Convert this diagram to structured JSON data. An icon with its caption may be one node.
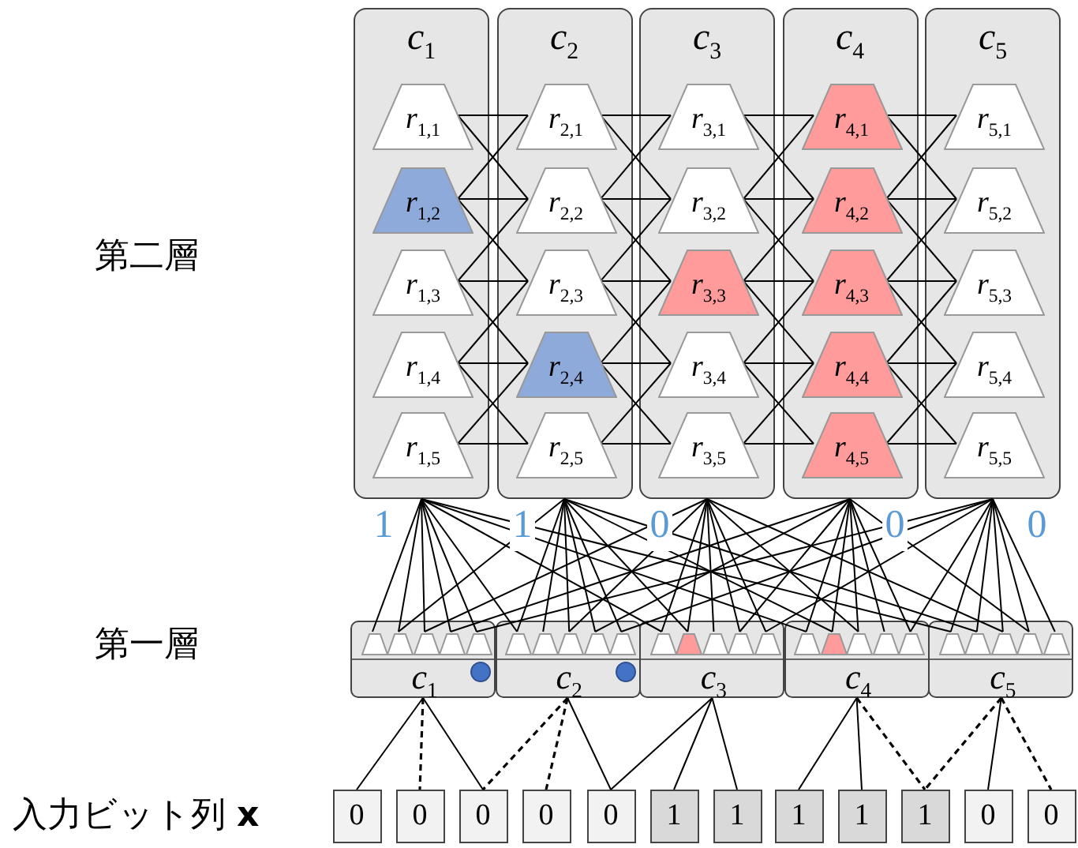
{
  "diagram": {
    "nodes": [
      {
        "text": [
          "c$_{1}$"
        ]
      },
      {
        "text": [
          "r$_{1,1}$"
        ],
        "in": 0
      },
      {
        "text": [
          "r$_{1,2}$"
        ],
        "in": 0
      },
      {
        "text": [
          "r$_{1,3}$"
        ],
        "in": 0
      },
      {
        "text": [
          "r$_{1,4}$"
        ],
        "in": 0
      },
      {
        "text": [
          "r$_{1,5}$"
        ],
        "in": 0
      },
      {
        "text": [
          "c$_{2}$"
        ]
      },
      {
        "text": [
          "r$_{2,1}$"
        ],
        "in": 6
      },
      {
        "text": [
          "r$_{2,2}$"
        ],
        "in": 6
      },
      {
        "text": [
          "r$_{2,3}$"
        ],
        "in": 6
      },
      {
        "text": [
          "r$_{2,4}$"
        ],
        "in": 6
      },
      {
        "text": [
          "r$_{2,5}$"
        ],
        "in": 6
      },
      {
        "text": [
          "c$_{3}$"
        ]
      },
      {
        "text": [
          "r$_{3,1}$"
        ],
        "in": 12
      },
      {
        "text": [
          "r$_{3,2}$"
        ],
        "in": 12
      },
      {
        "text": [
          "r$_{3,3}$"
        ],
        "in": 12
      },
      {
        "text": [
          "r$_{3,4}$"
        ],
        "in": 12
      },
      {
        "text": [
          "r$_{3,5}$"
        ],
        "in": 12
      },
      {
        "text": [
          "c$_{4}$"
        ]
      },
      {
        "text": [
          "r$_{4,1}$"
        ],
        "in": 18
      },
      {
        "text": [
          "r$_{4,2}$"
        ],
        "in": 18
      },
      {
        "text": [
          "r$_{4,3}$"
        ],
        "in": 18
      },
      {
        "text": [
          "r$_{4,4}$"
        ],
        "in": 18
      },
      {
        "text": [
          "r$_{4,5}$"
        ],
        "in": 18
      },
      {
        "text": [
          "c$_{5}$"
        ]
      },
      {
        "text": [
          "r$_{5,1}$"
        ],
        "in": 24
      },
      {
        "text": [
          "r$_{5,2}$"
        ],
        "in": 24
      },
      {
        "text": [
          "r$_{5,3}$"
        ],
        "in": 24
      },
      {
        "text": [
          "r$_{5,4}$"
        ],
        "in": 24
      },
      {
        "text": [
          "r$_{5,5}$"
        ],
        "in": 24
      },
      {
        "text": [
          "c$_{1}$"
        ]
      },
      {
        "text": [],
        "shape": "trapezoid",
        "in": 30
      },
      {
        "text": [],
        "shape": "trapezoid",
        "in": 30
      },
      {
        "text": [],
        "shape": "trapezoid",
        "in": 30
      },
      {
        "text": [],
        "shape": "trapezoid",
        "in": 30
      },
      {
        "text": [],
        "shape": "trapezoid",
        "in": 30
      },
      {
        "text": [
          "c$_{2}$"
        ]
      },
      {
        "text": [],
        "shape": "trapezoid",
        "in": 36
      },
      {
        "text": [],
        "shape": "trapezoid",
        "in": 36
      },
      {
        "text": [],
        "shape": "trapezoid",
        "in": 36
      },
      {
        "text": [],
        "shape": "trapezoid",
        "in": 36
      },
      {
        "text": [],
        "shape": "trapezoid",
        "in": 36
      },
      {
        "text": [
          "c$_{3}$"
        ]
      },
      {
        "text": [],
        "shape": "trapezoid",
        "in": 42
      },
      {
        "text": [],
        "shape": "trapezoid",
        "in": 42
      },
      {
        "text": [],
        "shape": "trapezoid",
        "in": 42
      },
      {
        "text": [],
        "shape": "trapezoid",
        "in": 42
      },
      {
        "text": [],
        "shape": "trapezoid",
        "in": 42
      },
      {
        "text": [
          "c$_{4}$"
        ]
      },
      {
        "text": [],
        "shape": "trapezoid",
        "in": 48
      },
      {
        "text": [],
        "shape": "trapezoid",
        "in": 48
      },
      {
        "text": [],
        "shape": "trapezoid",
        "in": 48
      },
      {
        "text": [],
        "shape": "trapezoid",
        "in": 48
      },
      {
        "text": [],
        "shape": "trapezoid",
        "in": 48
      },
      {
        "text": [
          "c$_{5}$"
        ]
      },
      {
        "text": [],
        "shape": "trapezoid",
        "in": 54
      },
      {
        "text": [],
        "shape": "trapezoid",
        "in": 54
      },
      {
        "text": [],
        "shape": "trapezoid",
        "in": 54
      },
      {
        "text": [],
        "shape": "trapezoid",
        "in": 54
      },
      {
        "text": [],
        "shape": "trapezoid",
        "in": 54
      },
      {
        "text": [
          "0"
        ]
      },
      {
        "text": [
          "0"
        ]
      },
      {
        "text": [
          "0"
        ]
      },
      {
        "text": [
          "0"
        ]
      },
      {
        "text": [
          "0"
        ]
      },
      {
        "text": [
          "1"
        ]
      },
      {
        "text": [
          "1"
        ]
      },
      {
        "text": [
          "1"
        ]
      },
      {
        "text": [
          "1"
        ]
      },
      {
        "text": [
          "1"
        ]
      },
      {
        "text": [
          "0"
        ]
      },
      {
        "text": [
          "0"
        ]
      }
    ],
    "edges": [
      {
        "from": 1,
        "to": 7,
        "arrow": "none"
      },
      {
        "from": 1,
        "to": 8,
        "arrow": "none"
      },
      {
        "from": 2,
        "to": 7,
        "arrow": "none"
      },
      {
        "from": 2,
        "to": 8,
        "arrow": "none"
      },
      {
        "from": 2,
        "to": 9,
        "arrow": "none"
      },
      {
        "from": 3,
        "to": 8,
        "arrow": "none"
      },
      {
        "from": 3,
        "to": 9,
        "arrow": "none"
      },
      {
        "from": 3,
        "to": 10,
        "arrow": "none"
      },
      {
        "from": 4,
        "to": 9,
        "arrow": "none"
      },
      {
        "from": 4,
        "to": 10,
        "arrow": "none"
      },
      {
        "from": 4,
        "to": 11,
        "arrow": "none"
      },
      {
        "from": 5,
        "to": 10,
        "arrow": "none"
      },
      {
        "from": 5,
        "to": 11,
        "arrow": "none"
      },
      {
        "from": 7,
        "to": 13,
        "arrow": "none"
      },
      {
        "from": 7,
        "to": 14,
        "arrow": "none"
      },
      {
        "from": 8,
        "to": 13,
        "arrow": "none"
      },
      {
        "from": 8,
        "to": 14,
        "arrow": "none"
      },
      {
        "from": 8,
        "to": 15,
        "arrow": "none"
      },
      {
        "from": 9,
        "to": 14,
        "arrow": "none"
      },
      {
        "from": 9,
        "to": 15,
        "arrow": "none"
      },
      {
        "from": 9,
        "to": 16,
        "arrow": "none"
      },
      {
        "from": 10,
        "to": 15,
        "arrow": "none"
      },
      {
        "from": 10,
        "to": 16,
        "arrow": "none"
      },
      {
        "from": 10,
        "to": 17,
        "arrow": "none"
      },
      {
        "from": 11,
        "to": 16,
        "arrow": "none"
      },
      {
        "from": 11,
        "to": 17,
        "arrow": "none"
      },
      {
        "from": 13,
        "to": 19,
        "arrow": "none"
      },
      {
        "from": 13,
        "to": 20,
        "arrow": "none"
      },
      {
        "from": 14,
        "to": 19,
        "arrow": "none"
      },
      {
        "from": 14,
        "to": 20,
        "arrow": "none"
      },
      {
        "from": 14,
        "to": 21,
        "arrow": "none"
      },
      {
        "from": 15,
        "to": 20,
        "arrow": "none"
      },
      {
        "from": 15,
        "to": 21,
        "arrow": "none"
      },
      {
        "from": 15,
        "to": 22,
        "arrow": "none"
      },
      {
        "from": 16,
        "to": 21,
        "arrow": "none"
      },
      {
        "from": 16,
        "to": 22,
        "arrow": "none"
      },
      {
        "from": 16,
        "to": 23,
        "arrow": "none"
      },
      {
        "from": 17,
        "to": 22,
        "arrow": "none"
      },
      {
        "from": 17,
        "to": 23,
        "arrow": "none"
      },
      {
        "from": 19,
        "to": 25,
        "arrow": "none"
      },
      {
        "from": 19,
        "to": 26,
        "arrow": "none"
      },
      {
        "from": 20,
        "to": 25,
        "arrow": "none"
      },
      {
        "from": 20,
        "to": 26,
        "arrow": "none"
      },
      {
        "from": 20,
        "to": 27,
        "arrow": "none"
      },
      {
        "from": 21,
        "to": 26,
        "arrow": "none"
      },
      {
        "from": 21,
        "to": 27,
        "arrow": "none"
      },
      {
        "from": 21,
        "to": 28,
        "arrow": "none"
      },
      {
        "from": 22,
        "to": 27,
        "arrow": "none"
      },
      {
        "from": 22,
        "to": 28,
        "arrow": "none"
      },
      {
        "from": 22,
        "to": 29,
        "arrow": "none"
      },
      {
        "from": 23,
        "to": 28,
        "arrow": "none"
      },
      {
        "from": 23,
        "to": 29,
        "arrow": "none"
      },
      {
        "from": 0,
        "to": 31,
        "arrow": "none"
      },
      {
        "from": 0,
        "to": 32,
        "arrow": "none"
      },
      {
        "from": 0,
        "to": 33,
        "arrow": "none"
      },
      {
        "from": 0,
        "to": 34,
        "arrow": "none"
      },
      {
        "from": 0,
        "to": 35,
        "arrow": "none"
      },
      {
        "from": 0,
        "to": 37,
        "arrow": "none"
      },
      {
        "from": 0,
        "to": 43,
        "arrow": "none"
      },
      {
        "from": 0,
        "to": 49,
        "arrow": "none"
      },
      {
        "from": 0,
        "to": 55,
        "arrow": "none"
      },
      {
        "from": 6,
        "to": 37,
        "arrow": "none"
      },
      {
        "from": 6,
        "to": 38,
        "arrow": "none"
      },
      {
        "from": 6,
        "to": 39,
        "arrow": "none"
      },
      {
        "from": 6,
        "to": 40,
        "arrow": "none"
      },
      {
        "from": 6,
        "to": 41,
        "arrow": "none"
      },
      {
        "from": 6,
        "to": 32,
        "arrow": "none"
      },
      {
        "from": 6,
        "to": 44,
        "arrow": "none"
      },
      {
        "from": 6,
        "to": 50,
        "arrow": "none"
      },
      {
        "from": 6,
        "to": 56,
        "arrow": "none"
      },
      {
        "from": 12,
        "to": 43,
        "arrow": "none"
      },
      {
        "from": 12,
        "to": 44,
        "arrow": "none"
      },
      {
        "from": 12,
        "to": 45,
        "arrow": "none"
      },
      {
        "from": 12,
        "to": 46,
        "arrow": "none"
      },
      {
        "from": 12,
        "to": 47,
        "arrow": "none"
      },
      {
        "from": 12,
        "to": 33,
        "arrow": "none"
      },
      {
        "from": 12,
        "to": 39,
        "arrow": "none"
      },
      {
        "from": 12,
        "to": 51,
        "arrow": "none"
      },
      {
        "from": 12,
        "to": 57,
        "arrow": "none"
      },
      {
        "from": 18,
        "to": 49,
        "arrow": "none"
      },
      {
        "from": 18,
        "to": 50,
        "arrow": "none"
      },
      {
        "from": 18,
        "to": 51,
        "arrow": "none"
      },
      {
        "from": 18,
        "to": 52,
        "arrow": "none"
      },
      {
        "from": 18,
        "to": 53,
        "arrow": "none"
      },
      {
        "from": 18,
        "to": 34,
        "arrow": "none"
      },
      {
        "from": 18,
        "to": 40,
        "arrow": "none"
      },
      {
        "from": 18,
        "to": 46,
        "arrow": "none"
      },
      {
        "from": 18,
        "to": 58,
        "arrow": "none"
      },
      {
        "from": 24,
        "to": 55,
        "arrow": "none"
      },
      {
        "from": 24,
        "to": 56,
        "arrow": "none"
      },
      {
        "from": 24,
        "to": 57,
        "arrow": "none"
      },
      {
        "from": 24,
        "to": 58,
        "arrow": "none"
      },
      {
        "from": 24,
        "to": 59,
        "arrow": "none"
      },
      {
        "from": 24,
        "to": 35,
        "arrow": "none"
      },
      {
        "from": 24,
        "to": 41,
        "arrow": "none"
      },
      {
        "from": 24,
        "to": 47,
        "arrow": "none"
      },
      {
        "from": 24,
        "to": 53,
        "arrow": "none"
      },
      {
        "from": 30,
        "to": 60,
        "arrow": "none"
      },
      {
        "from": 30,
        "to": 61,
        "arrow": "none",
        "style": "dashed"
      },
      {
        "from": 30,
        "to": 62,
        "arrow": "none"
      },
      {
        "from": 36,
        "to": 62,
        "arrow": "none",
        "style": "dashed"
      },
      {
        "from": 36,
        "to": 63,
        "arrow": "none",
        "style": "dashed"
      },
      {
        "from": 36,
        "to": 64,
        "arrow": "none"
      },
      {
        "from": 42,
        "to": 64,
        "arrow": "none"
      },
      {
        "from": 42,
        "to": 65,
        "arrow": "none"
      },
      {
        "from": 42,
        "to": 66,
        "arrow": "none"
      },
      {
        "from": 48,
        "to": 67,
        "arrow": "none"
      },
      {
        "from": 48,
        "to": 68,
        "arrow": "none"
      },
      {
        "from": 48,
        "to": 69,
        "arrow": "none",
        "style": "dashed"
      },
      {
        "from": 54,
        "to": 69,
        "arrow": "none",
        "style": "dashed"
      },
      {
        "from": 54,
        "to": 70,
        "arrow": "none"
      },
      {
        "from": 54,
        "to": 71,
        "arrow": "none",
        "style": "dashed"
      }
    ],
    "labels": [
      "第二層",
      "1",
      "1",
      "0",
      "0",
      "0",
      "第一層",
      "入力ビット列 **x**"
    ]
  }
}
